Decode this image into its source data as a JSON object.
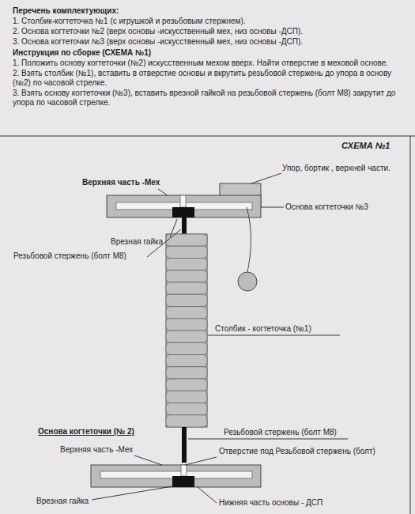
{
  "diagram": {
    "labels": [
      "Перечень комплектующих:",
      "1. Столбик-когтеточка №1 (с игрушкой и резьбовым стержнем).",
      "2. Основа когтеточки №2 (верх основы -искусственный мех, низ основы -ДСП).",
      "3. Основа когтеточки №3 (верх основы -искусственный мех, низ основы -ДСП).",
      "Инструкция по сборке (СХЕМА №1)",
      "1. Положить основу когтеточки (№2) искусственным мехом вверх. Найти отверстие в меховой основе.",
      "2. Взять столбик (№1), вставить в отверстие основы и вкрутить резьбовой стержень до упора в основу (№2) по часовой стрелке.",
      "3. Взять основу когтеточки (№3), вставить врезной гайкой на резьбовой стержень (болт М8) закрутит до упора по часовой стрелке.",
      "СХЕМА №1",
      "Верхняя часть -Мех",
      "Упор, бортик , верхней части.",
      "Основа когтеточки №3",
      "Врезная гайка",
      "Резьбовой стержень (болт М8)",
      "Столбик - когтеточка (№1)",
      "Основа когтеточки (№ 2)",
      "Резьбовой стержень (болт М8)",
      "Верхняя часть -Мех",
      "Отверстие под Резьбовой стержень (болт)",
      "Врезная гайка",
      "Нижняя часть основы - ДСП"
    ]
  }
}
